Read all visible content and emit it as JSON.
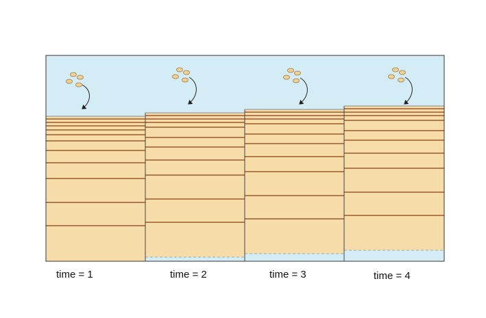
{
  "diagram": {
    "panels": [
      {
        "label": "time = 1",
        "layer_count": 12
      },
      {
        "label": "time = 2",
        "layer_count": 12
      },
      {
        "label": "time = 3",
        "layer_count": 12
      },
      {
        "label": "time = 4",
        "layer_count": 12
      }
    ],
    "colors": {
      "water": "#d3ecf5",
      "sediment": "#f5dca8",
      "layer_line": "#9b5a2e",
      "outline": "#333333",
      "particle_fill": "#f0d299",
      "particle_stroke": "#a07a40",
      "compacted_zone": "#d3ecf5"
    },
    "icons": {
      "particles": "settling-particles-icon",
      "arrow": "curved-arrow-icon"
    }
  }
}
